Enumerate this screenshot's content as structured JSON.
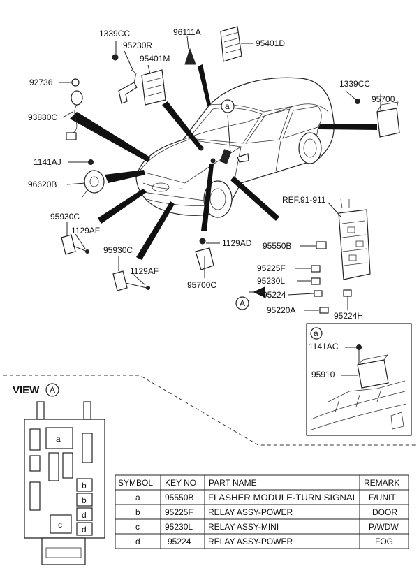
{
  "labels": {
    "p1339cc_top": "1339CC",
    "p95230r": "95230R",
    "p95401m": "95401M",
    "p96111a": "96111A",
    "p95401d": "95401D",
    "p92736": "92736",
    "p93880c": "93880C",
    "p1339cc_right": "1339CC",
    "p95700": "95700",
    "p1141aj": "1141AJ",
    "p96620b": "96620B",
    "p95930c_1": "95930C",
    "p1129af_1": "1129AF",
    "p95930c_2": "95930C",
    "p1129af_2": "1129AF",
    "p1129ad": "1129AD",
    "p95700c": "95700C",
    "ref": "REF.91-911",
    "p95550b": "95550B",
    "p95225f": "95225F",
    "p95230l": "95230L",
    "p95224": "95224",
    "p95220a": "95220A",
    "p95224h": "95224H",
    "p1141ac": "1141AC",
    "p95910": "95910",
    "detail_a": "a",
    "car_a": "a",
    "arrow_a": "A"
  },
  "view": {
    "title": "VIEW",
    "circle": "A",
    "slot_a": "a",
    "slot_b1": "b",
    "slot_b2": "b",
    "slot_c": "c",
    "slot_d1": "d",
    "slot_d2": "d"
  },
  "table": {
    "headers": [
      "SYMBOL",
      "KEY NO",
      "PART NAME",
      "REMARK"
    ],
    "rows": [
      [
        "a",
        "95550B",
        "FLASHER MODULE-TURN SIGNAL",
        "F/UNIT"
      ],
      [
        "b",
        "95225F",
        "RELAY ASSY-POWER",
        "DOOR"
      ],
      [
        "c",
        "95230L",
        "RELAY ASSY-MINI",
        "P/WDW"
      ],
      [
        "d",
        "95224",
        "RELAY ASSY-POWER",
        "FOG"
      ]
    ]
  }
}
